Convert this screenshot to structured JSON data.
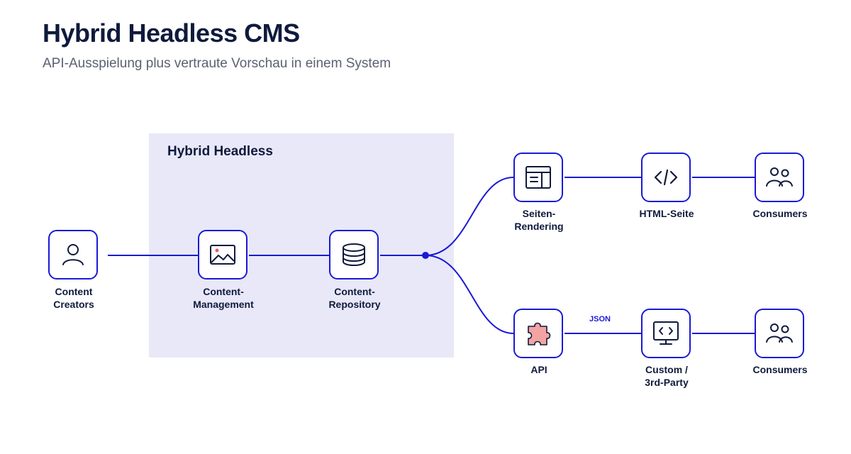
{
  "header": {
    "title": "Hybrid Headless CMS",
    "subtitle": "API-Ausspielung plus vertraute Vorschau in einem System"
  },
  "group": {
    "label": "Hybrid Headless"
  },
  "nodes": {
    "content_creators": {
      "label": "Content\nCreators",
      "icon": "person-icon"
    },
    "content_management": {
      "label": "Content-\nManagement",
      "icon": "image-icon"
    },
    "content_repository": {
      "label": "Content-\nRepository",
      "icon": "database-icon"
    },
    "seiten_rendering": {
      "label": "Seiten-\nRendering",
      "icon": "layout-icon"
    },
    "html_seite": {
      "label": "HTML-Seite",
      "icon": "code-icon"
    },
    "consumers_top": {
      "label": "Consumers",
      "icon": "users-icon"
    },
    "api": {
      "label": "API",
      "icon": "puzzle-icon"
    },
    "custom_3rd_party": {
      "label": "Custom /\n3rd-Party",
      "icon": "monitor-code-icon"
    },
    "consumers_bottom": {
      "label": "Consumers",
      "icon": "users-icon"
    }
  },
  "edges": {
    "api_to_custom_label": "JSON"
  },
  "colors": {
    "accent": "#1a1ad6",
    "group_fill": "#e9e8f8",
    "text": "#0f1a3c",
    "puzzle_fill": "#f4a3a3"
  }
}
